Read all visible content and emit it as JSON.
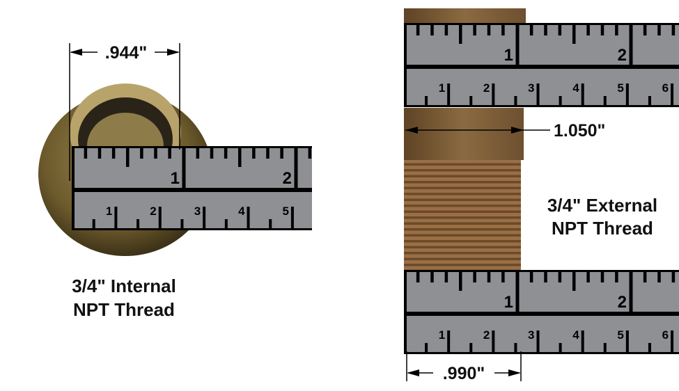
{
  "left": {
    "dimension": ".944\"",
    "caption": [
      "3/4\" Internal",
      "NPT Thread"
    ]
  },
  "right": {
    "outer_dimension": "1.050\"",
    "thread_dimension": ".990\"",
    "caption": [
      "3/4\" External",
      "NPT Thread"
    ]
  },
  "ruler": {
    "inch_labels": [
      "1",
      "2"
    ],
    "cm_labels": [
      "1",
      "2",
      "3",
      "4",
      "5",
      "6"
    ]
  },
  "colors": {
    "brass": "#7a5a33",
    "ruler": "#8e9093",
    "fitting": "#6b5a30"
  }
}
